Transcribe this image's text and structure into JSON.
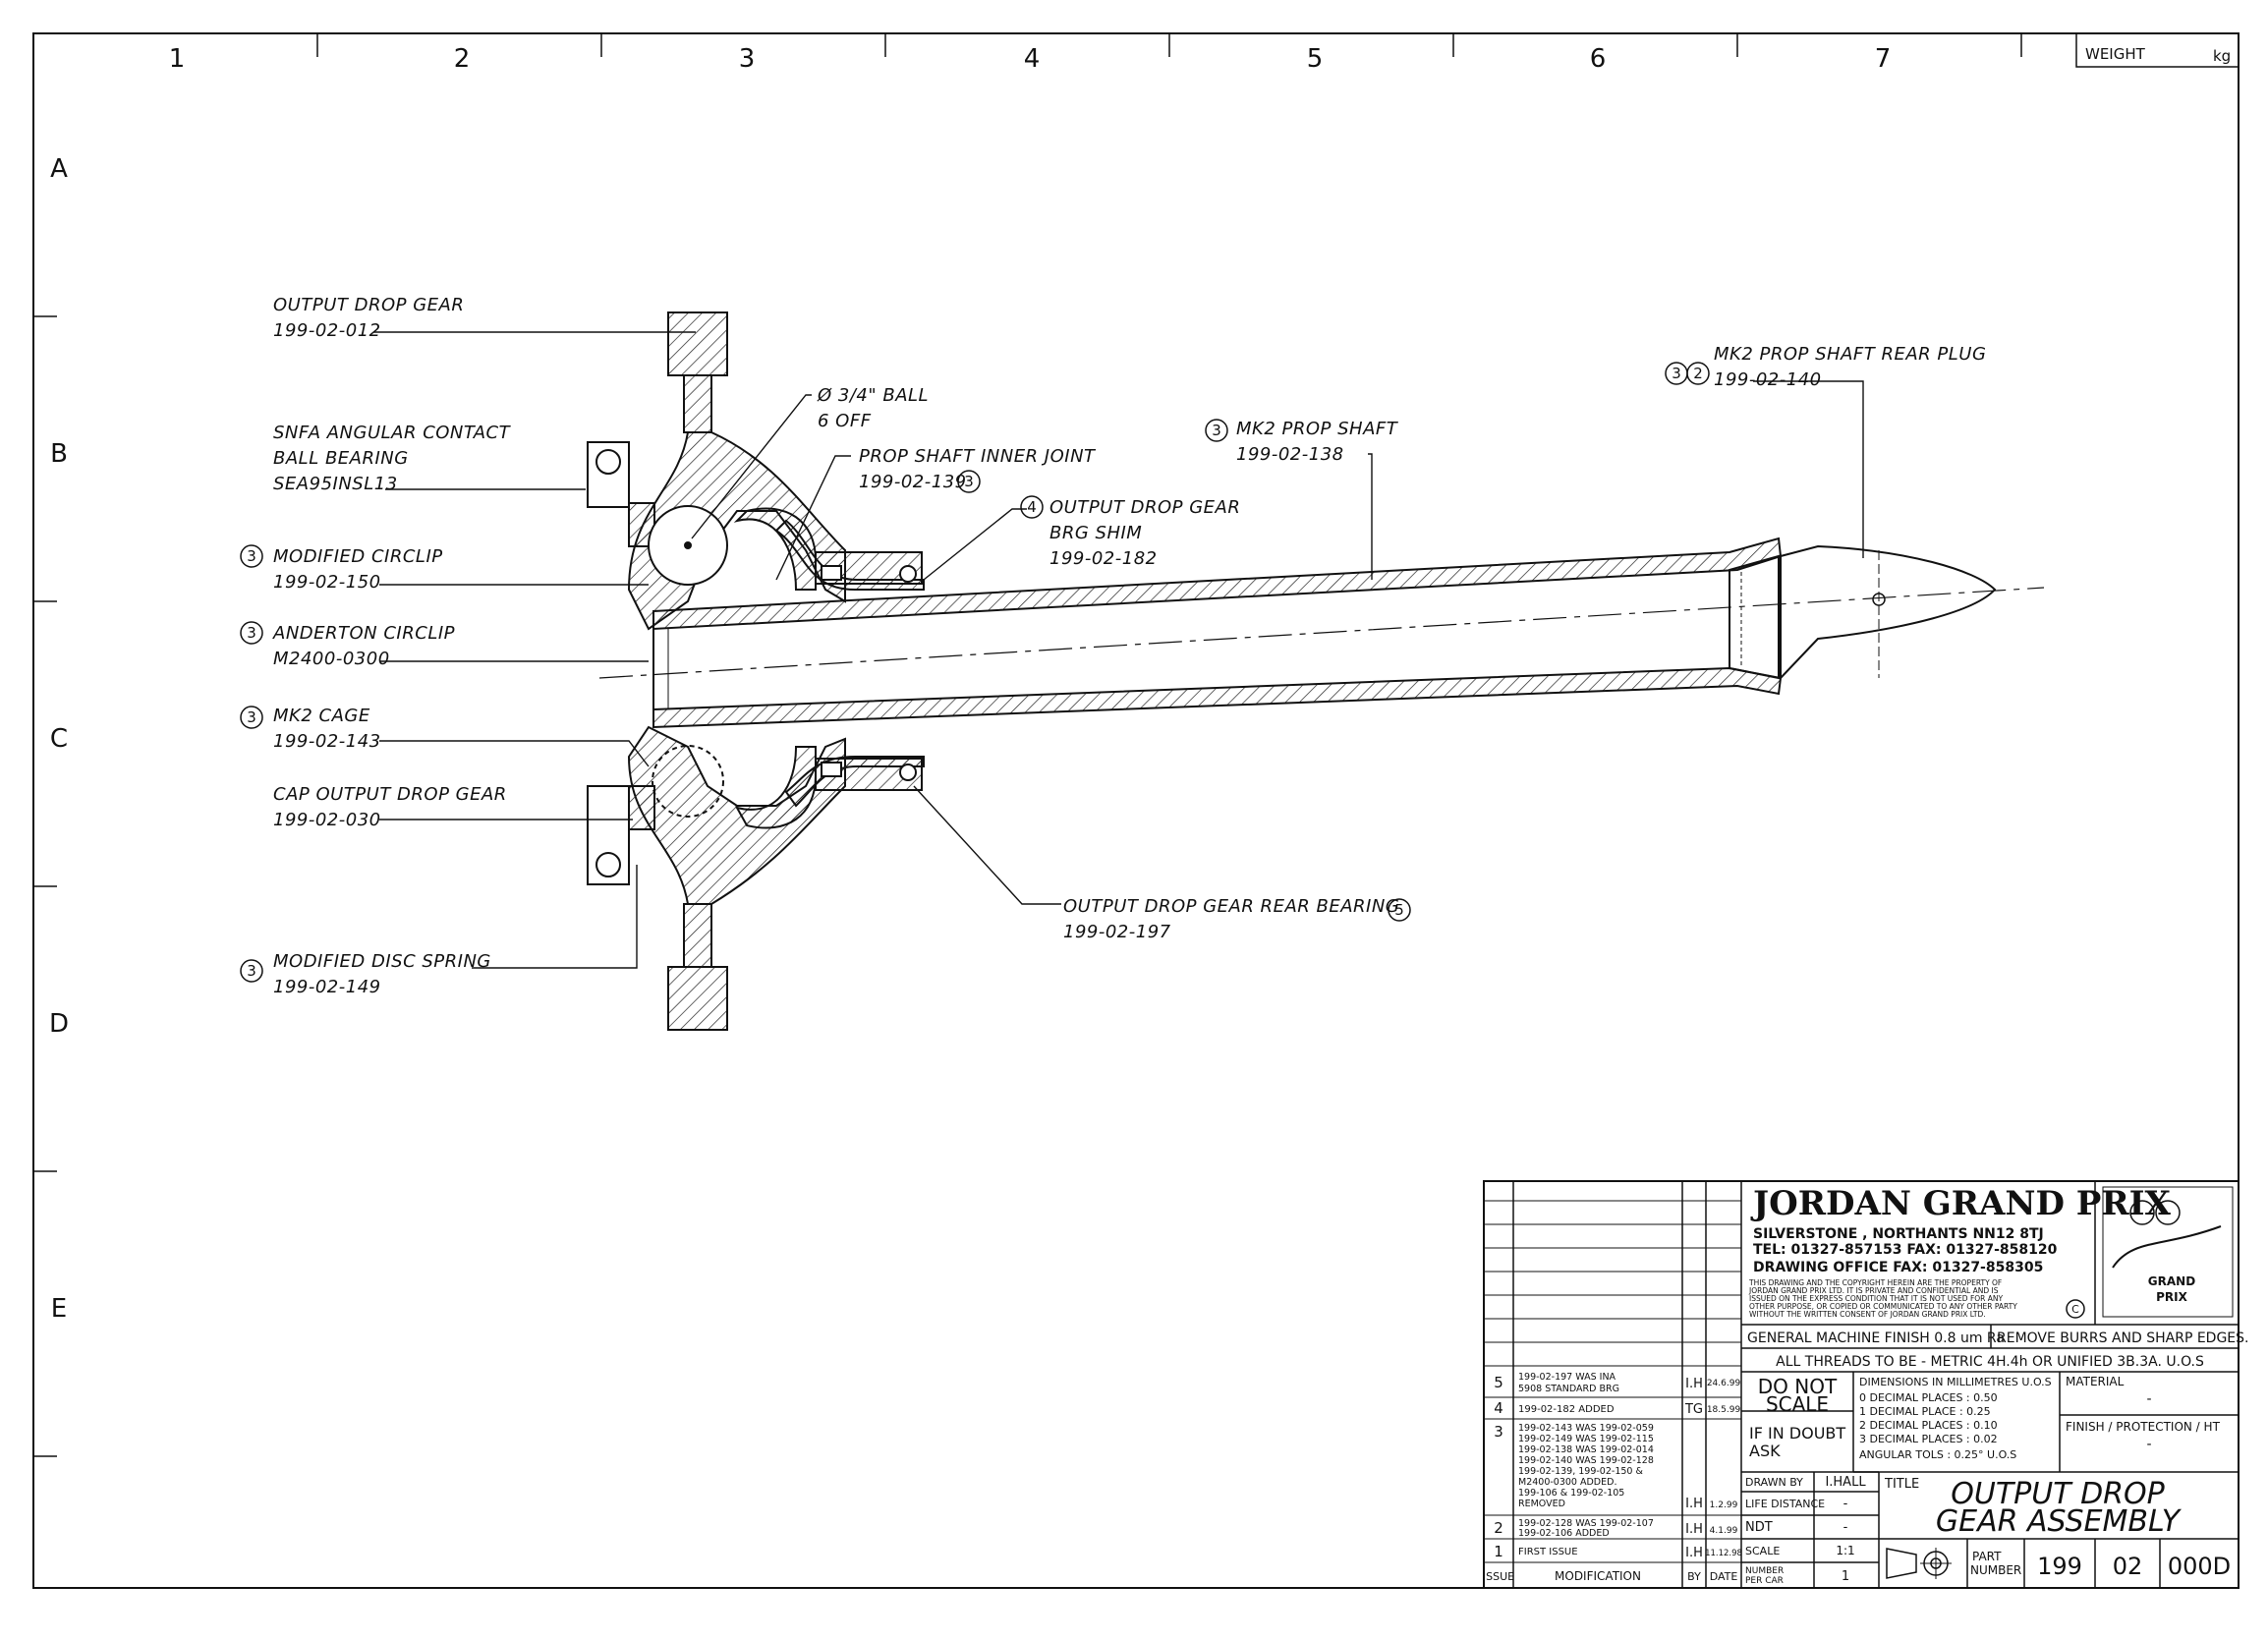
{
  "frame": {
    "columns": [
      "1",
      "2",
      "3",
      "4",
      "5",
      "6",
      "7"
    ],
    "rows": [
      "A",
      "B",
      "C",
      "D",
      "E"
    ],
    "weight_label": "WEIGHT",
    "weight_unit": "kg"
  },
  "callouts": [
    {
      "name": "output-drop-gear",
      "line1": "OUTPUT DROP GEAR",
      "line2": "199-02-012",
      "line3": "",
      "issue": ""
    },
    {
      "name": "snfa-bearing",
      "line1": "SNFA ANGULAR CONTACT",
      "line2": "BALL BEARING",
      "line3": "SEA95INSL13",
      "issue": ""
    },
    {
      "name": "modified-circlip",
      "line1": "MODIFIED CIRCLIP",
      "line2": "199-02-150",
      "line3": "",
      "issue": "3"
    },
    {
      "name": "anderton-circlip",
      "line1": "ANDERTON CIRCLIP",
      "line2": "M2400-0300",
      "line3": "",
      "issue": "3"
    },
    {
      "name": "mk2-cage",
      "line1": "MK2 CAGE",
      "line2": "199-02-143",
      "line3": "",
      "issue": "3"
    },
    {
      "name": "cap-output-drop-gear",
      "line1": "CAP OUTPUT DROP GEAR",
      "line2": "199-02-030",
      "line3": "",
      "issue": ""
    },
    {
      "name": "modified-disc-spring",
      "line1": "MODIFIED DISC SPRING",
      "line2": "199-02-149",
      "line3": "",
      "issue": "3"
    },
    {
      "name": "ball",
      "line1": "Ø 3/4\" BALL",
      "line2": "6 OFF",
      "line3": "",
      "issue": ""
    },
    {
      "name": "prop-shaft-inner-joint",
      "line1": "PROP SHAFT INNER JOINT",
      "line2": "199-02-139",
      "line3": "",
      "issue": "3"
    },
    {
      "name": "brg-shim",
      "line1": "OUTPUT DROP GEAR",
      "line2": "BRG SHIM",
      "line3": "199-02-182",
      "issue": "4"
    },
    {
      "name": "mk2-prop-shaft",
      "line1": "MK2 PROP SHAFT",
      "line2": "199-02-138",
      "line3": "",
      "issue": "3"
    },
    {
      "name": "rear-plug",
      "line1": "MK2 PROP SHAFT REAR PLUG",
      "line2": "199-02-140",
      "line3": "",
      "issue": "3",
      "issue2": "2"
    },
    {
      "name": "rear-bearing",
      "line1": "OUTPUT DROP GEAR REAR BEARING",
      "line2": "199-02-197",
      "line3": "",
      "issue": "5"
    }
  ],
  "title_block": {
    "company": "JORDAN GRAND PRIX",
    "address": "SILVERSTONE , NORTHANTS  NN12 8TJ",
    "tel": "TEL: 01327-857153   FAX: 01327-858120",
    "drawing_office": "DRAWING OFFICE FAX: 01327-858305",
    "copyright": [
      "THIS DRAWING AND THE COPYRIGHT HEREIN ARE THE PROPERTY OF",
      "JORDAN GRAND PRIX LTD.  IT IS PRIVATE AND CONFIDENTIAL AND IS",
      "ISSUED ON THE EXPRESS CONDITION THAT IT IS NOT USED FOR ANY",
      "OTHER PURPOSE, OR COPIED OR COMMUNICATED TO ANY OTHER PARTY",
      "WITHOUT THE WRITTEN CONSENT OF JORDAN GRAND PRIX LTD."
    ],
    "copyright_symbol": "C",
    "logo_text_1": "GRAND",
    "logo_text_2": "PRIX",
    "finish": "GENERAL MACHINE FINISH 0.8 um Ra",
    "burrs": "REMOVE BURRS AND SHARP EDGES.",
    "threads": "ALL THREADS TO BE - METRIC 4H.4h OR UNIFIED 3B.3A. U.O.S",
    "do_not_scale_1": "DO NOT",
    "do_not_scale_2": "SCALE",
    "if_in_doubt_1": "IF IN DOUBT",
    "if_in_doubt_2": "ASK",
    "dims": [
      "DIMENSIONS IN MILLIMETRES U.O.S",
      "0 DECIMAL PLACES : 0.50",
      "1 DECIMAL PLACE  : 0.25",
      "2 DECIMAL PLACES : 0.10",
      "3 DECIMAL PLACES : 0.02",
      "ANGULAR TOLS : 0.25° U.O.S"
    ],
    "material_label": "MATERIAL",
    "material_value": "-",
    "finish_label": "FINISH / PROTECTION / HT",
    "finish_value": "-",
    "drawn_by_label": "DRAWN BY",
    "drawn_by_value": "I.HALL",
    "life_label": "LIFE DISTANCE",
    "life_value": "-",
    "ndt_label": "NDT",
    "ndt_value": "-",
    "scale_label": "SCALE",
    "scale_value": "1:1",
    "number_per_car_label_1": "NUMBER",
    "number_per_car_label_2": "PER CAR",
    "number_per_car_value": "1",
    "title_label": "TITLE",
    "title_1": "OUTPUT DROP",
    "title_2": "GEAR ASSEMBLY",
    "part_label_1": "PART",
    "part_label_2": "NUMBER",
    "part_1": "199",
    "part_2": "02",
    "part_3": "000D"
  },
  "revisions": {
    "headers": {
      "issue": "ISSUE",
      "modification": "MODIFICATION",
      "by": "BY",
      "date": "DATE"
    },
    "rows": [
      {
        "issue": "5",
        "lines": [
          "199-02-197 WAS INA",
          "5908 STANDARD BRG"
        ],
        "by": "I.H",
        "date": "24.6.99"
      },
      {
        "issue": "4",
        "lines": [
          "199-02-182 ADDED"
        ],
        "by": "TG",
        "date": "18.5.99"
      },
      {
        "issue": "3",
        "lines": [
          "199-02-143 WAS 199-02-059",
          "199-02-149 WAS 199-02-115",
          "199-02-138 WAS 199-02-014",
          "199-02-140 WAS 199-02-128",
          "199-02-139, 199-02-150 &",
          "M2400-0300 ADDED.",
          "199-106 & 199-02-105",
          "REMOVED"
        ],
        "by": "I.H",
        "date": "1.2.99"
      },
      {
        "issue": "2",
        "lines": [
          "199-02-128 WAS 199-02-107",
          "199-02-106 ADDED"
        ],
        "by": "I.H",
        "date": "4.1.99"
      },
      {
        "issue": "1",
        "lines": [
          "FIRST ISSUE"
        ],
        "by": "I.H",
        "date": "11.12.98"
      }
    ]
  }
}
